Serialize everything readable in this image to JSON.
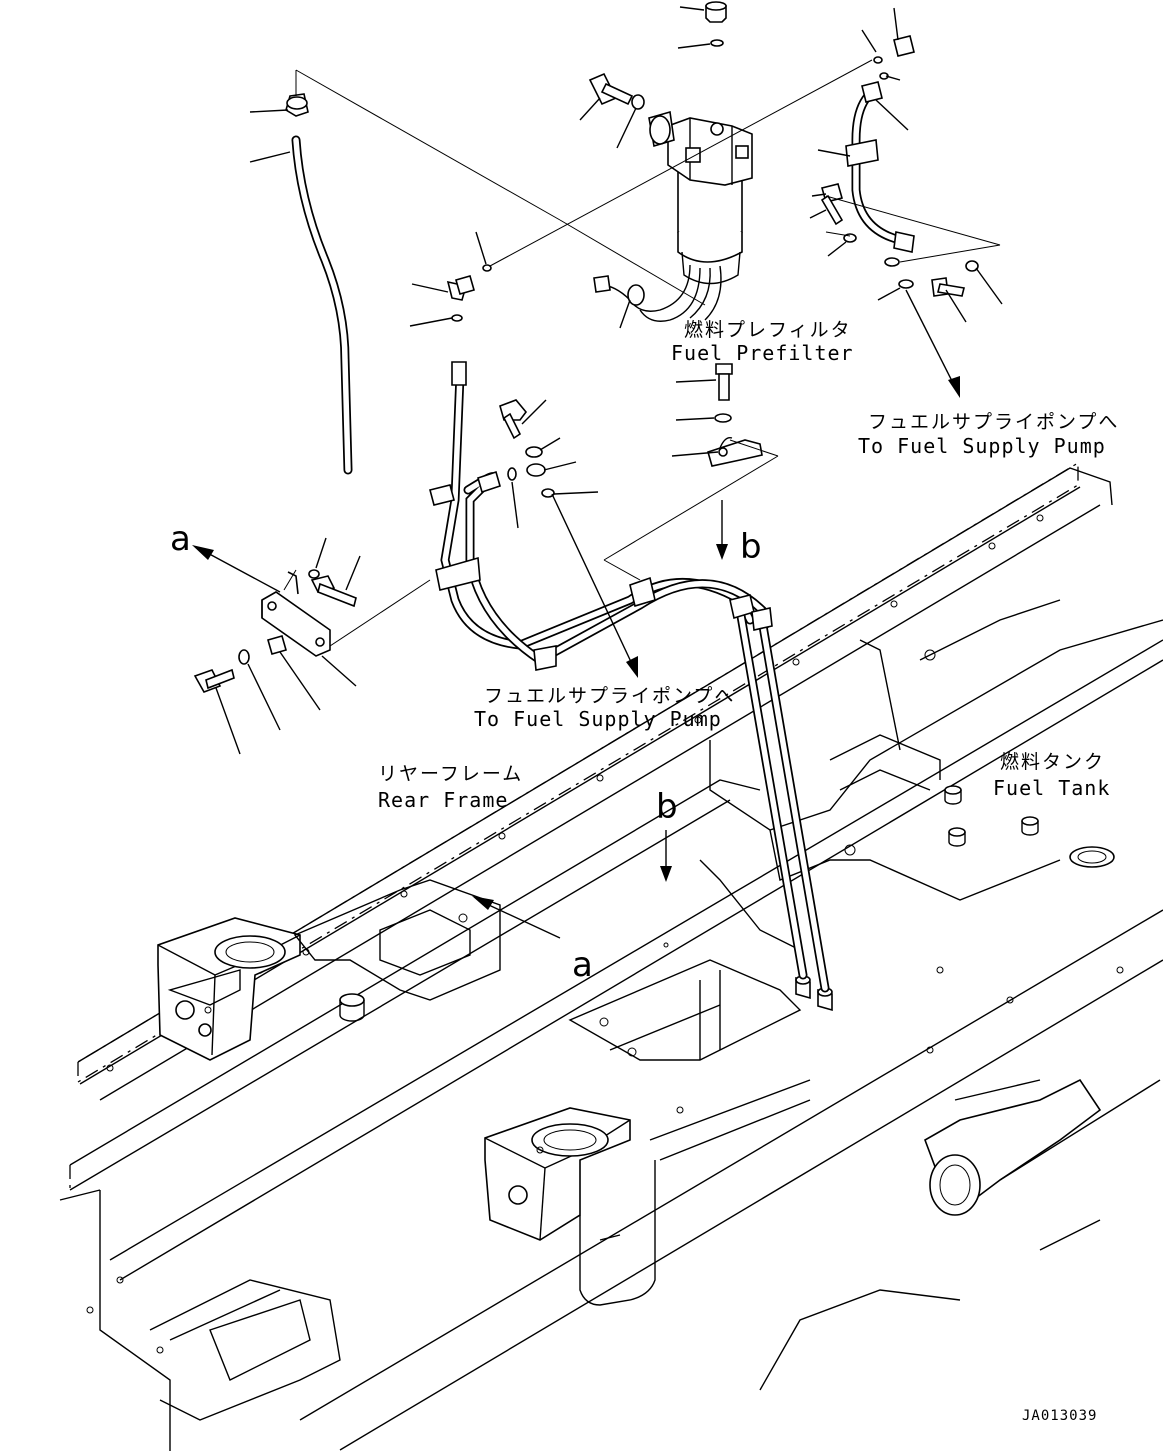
{
  "labels": {
    "prefilter_jp": "燃料プレフィルタ",
    "prefilter_en": "Fuel Prefilter",
    "supply_pump_jp_right": "フュエルサプライポンプへ",
    "supply_pump_en_right": "To Fuel Supply Pump",
    "supply_pump_jp_center": "フュエルサプライポンプへ",
    "supply_pump_en_center": "To Fuel Supply Pump",
    "rear_frame_jp": "リヤーフレーム",
    "rear_frame_en": "Rear Frame",
    "fuel_tank_jp": "燃料タンク",
    "fuel_tank_en": "Fuel Tank"
  },
  "view_markers": {
    "a_top": "a",
    "b_top": "b",
    "b_frame": "b",
    "a_frame": "a"
  },
  "drawing_code": "JA013039"
}
